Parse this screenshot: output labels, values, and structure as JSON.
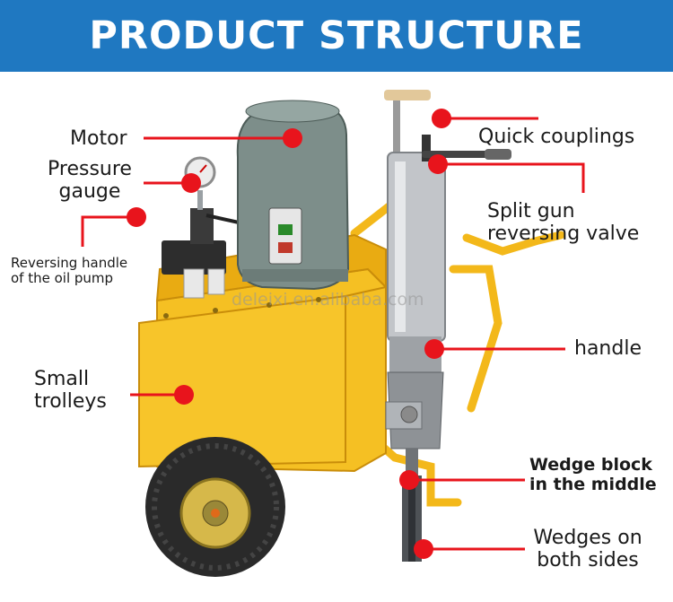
{
  "header": {
    "title": "PRODUCT STRUCTURE"
  },
  "watermark": "deleixi.en.alibaba.com",
  "labels": {
    "motor": "Motor",
    "pressure_gauge_line1": "Pressure",
    "pressure_gauge_line2": "gauge",
    "reversing_handle_line1": "Reversing handle",
    "reversing_handle_line2": "of the oil pump",
    "small_trolleys_line1": "Small",
    "small_trolleys_line2": "trolleys",
    "quick_couplings": "Quick couplings",
    "split_gun_line1": "Split gun",
    "split_gun_line2": "reversing valve",
    "handle": "handle",
    "wedge_block_line1": "Wedge block",
    "wedge_block_line2": "in the middle",
    "wedges_sides_line1": "Wedges on",
    "wedges_sides_line2": "both sides"
  },
  "colors": {
    "banner": "#1f78c1",
    "callout": "#e8141c",
    "machine_yellow": "#f3b81a",
    "motor_gray": "#7d8e8a",
    "steel": "#b8bcc0"
  }
}
